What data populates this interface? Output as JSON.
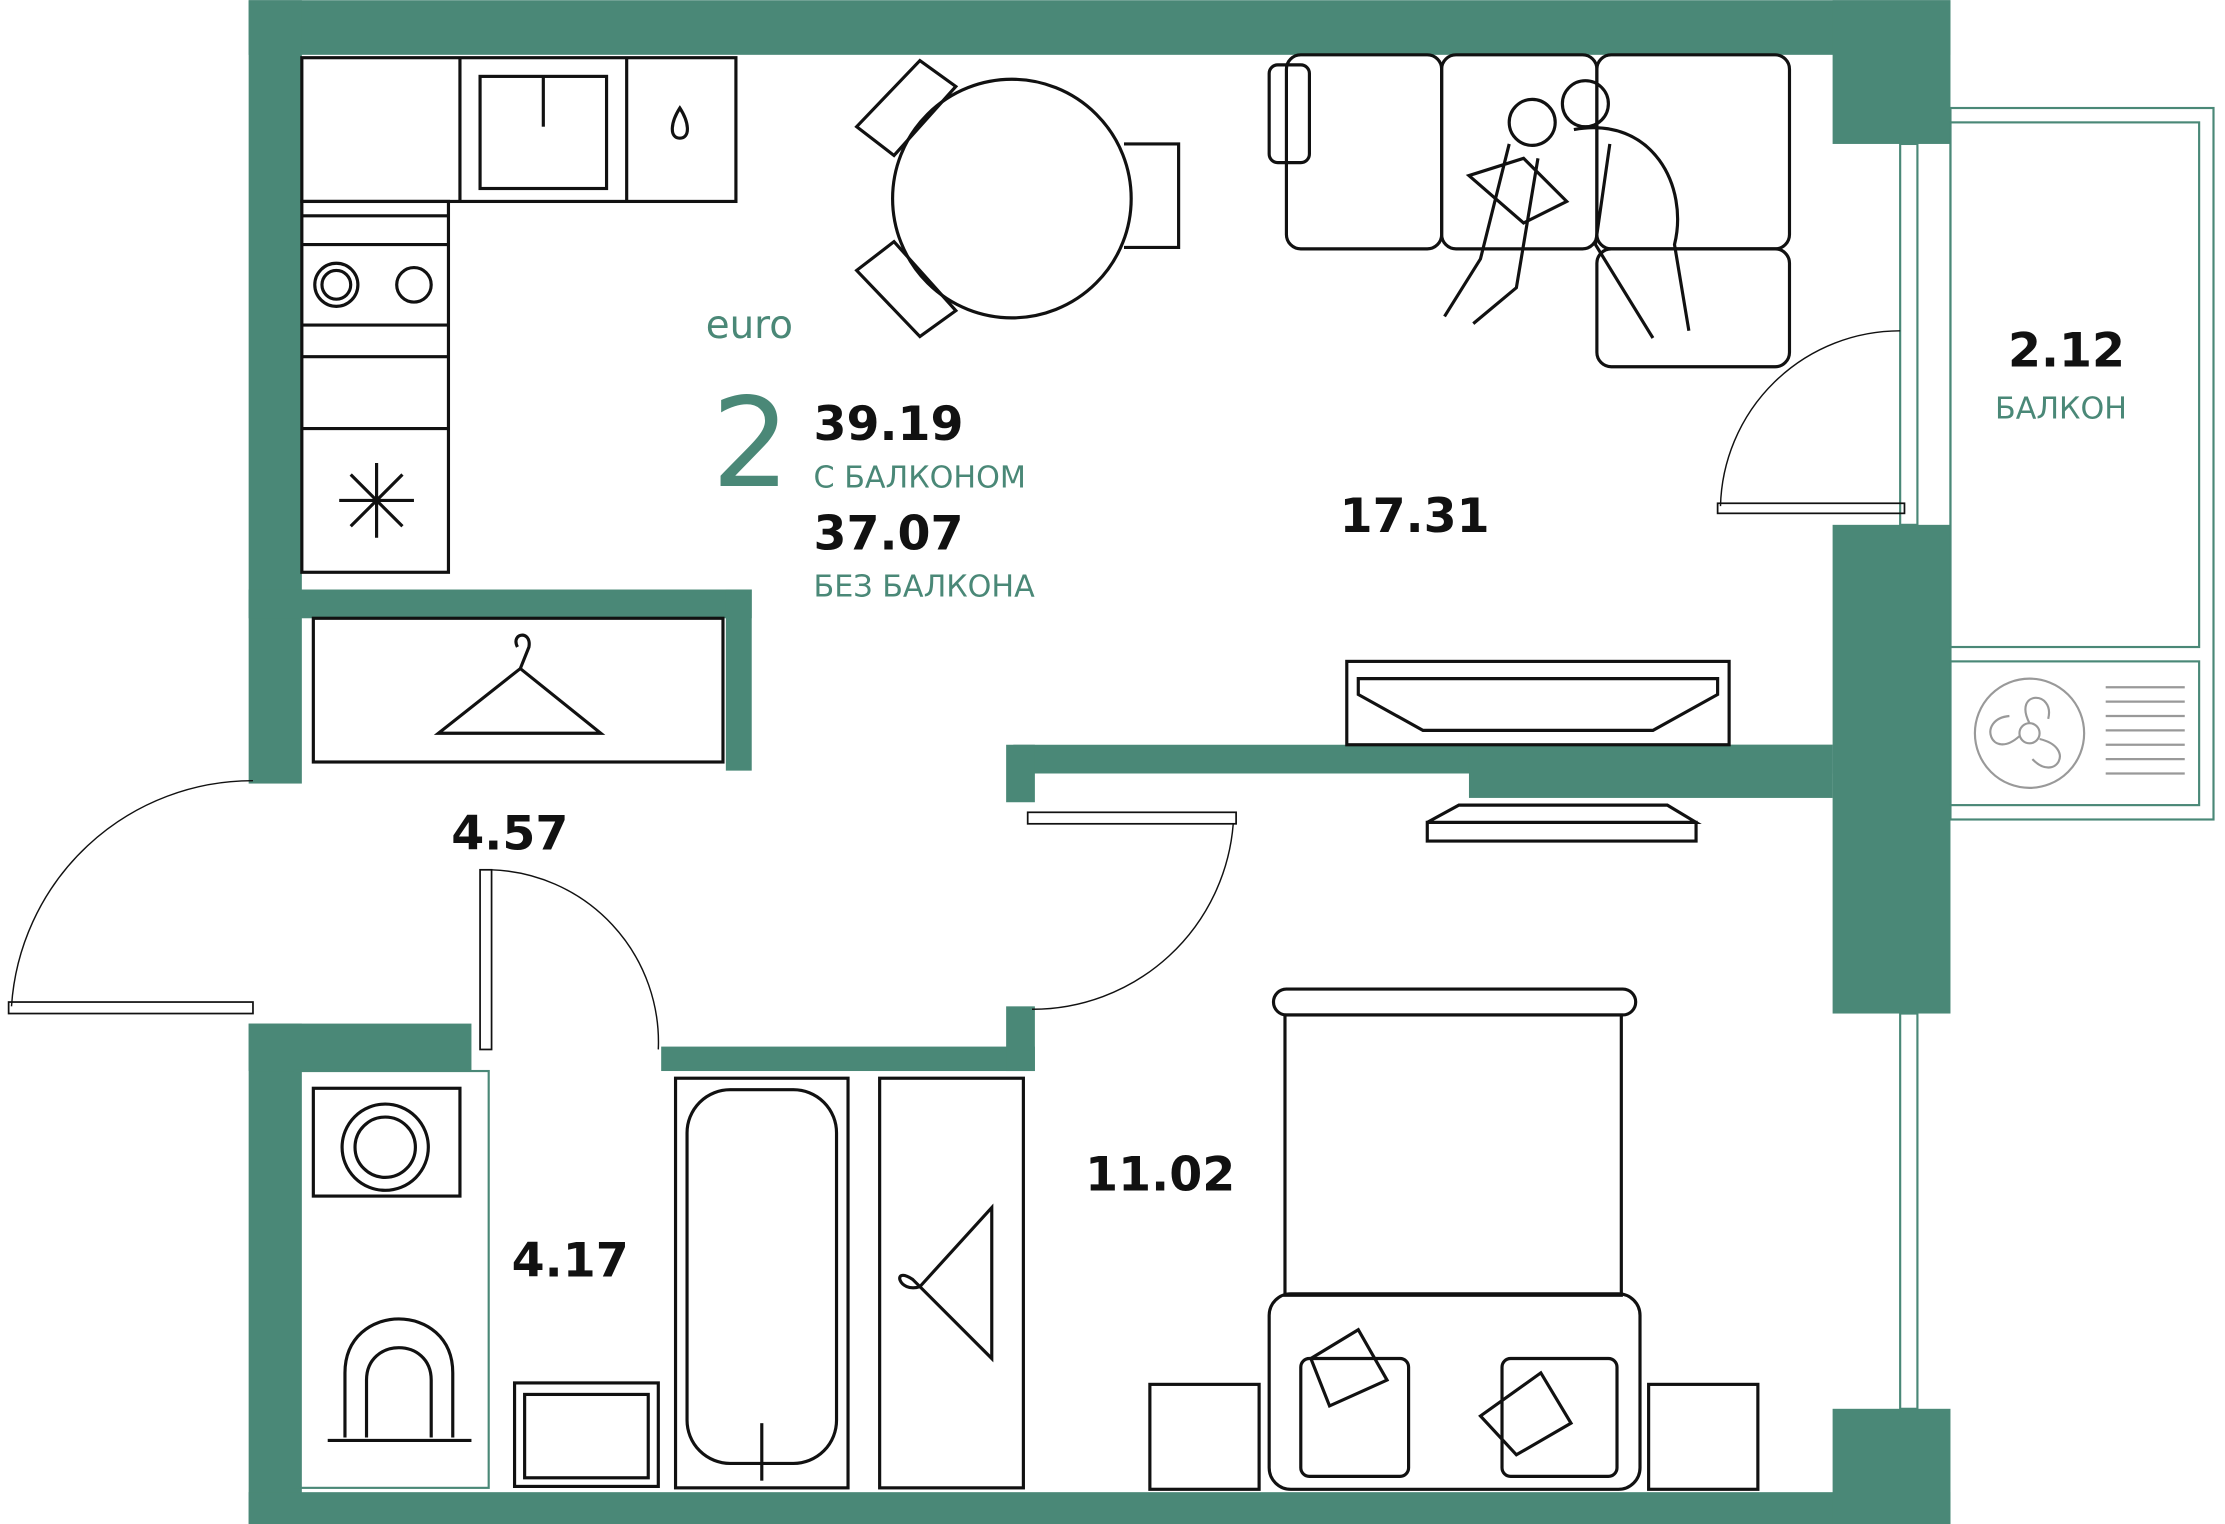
{
  "plan": {
    "type_label": "euro",
    "rooms_count": "2",
    "area_with_balcony": "39.19",
    "with_balcony_label": "С БАЛКОНОМ",
    "area_without_balcony": "37.07",
    "without_balcony_label": "БЕЗ БАЛКОНА",
    "wall_color": "#4a8877"
  },
  "rooms": {
    "living": "17.31",
    "hall": "4.57",
    "bathroom": "4.17",
    "bedroom": "11.02",
    "balcony_area": "2.12",
    "balcony_label": "БАЛКОН"
  }
}
